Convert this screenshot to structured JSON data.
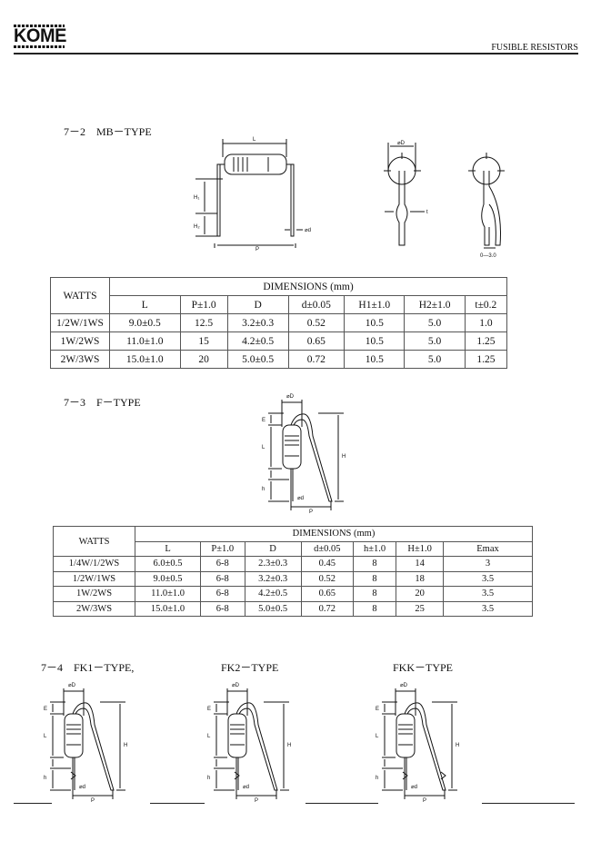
{
  "header": {
    "logo": "KOME",
    "title": "FUSIBLE RESISTORS"
  },
  "sections": {
    "mb": {
      "title": "7－2　MB－TYPE",
      "labels": {
        "L": "L",
        "H1": "H₁",
        "H2": "H₂",
        "P": "P",
        "d": "⌀d",
        "D": "⌀D",
        "t": "t",
        "gap": "0—3.0"
      }
    },
    "f": {
      "title": "7－3　F－TYPE",
      "labels": {
        "D": "⌀D",
        "E": "E",
        "L": "L",
        "h": "h",
        "H": "H",
        "d": "⌀d",
        "P": "P"
      }
    },
    "fk1": {
      "title": "7－4　FK1－TYPE,"
    },
    "fk2": {
      "title": "FK2－TYPE"
    },
    "fkk": {
      "title": "FKK－TYPE"
    }
  },
  "table_mb": {
    "watts_header": "WATTS",
    "dims_header": "DIMENSIONS (mm)",
    "columns": [
      "L",
      "P±1.0",
      "D",
      "d±0.05",
      "H1±1.0",
      "H2±1.0",
      "t±0.2"
    ],
    "rows": [
      [
        "1/2W/1WS",
        "9.0±0.5",
        "12.5",
        "3.2±0.3",
        "0.52",
        "10.5",
        "5.0",
        "1.0"
      ],
      [
        "1W/2WS",
        "11.0±1.0",
        "15",
        "4.2±0.5",
        "0.65",
        "10.5",
        "5.0",
        "1.25"
      ],
      [
        "2W/3WS",
        "15.0±1.0",
        "20",
        "5.0±0.5",
        "0.72",
        "10.5",
        "5.0",
        "1.25"
      ]
    ]
  },
  "table_f": {
    "watts_header": "WATTS",
    "dims_header": "DIMENSIONS (mm)",
    "columns": [
      "L",
      "P±1.0",
      "D",
      "d±0.05",
      "h±1.0",
      "H±1.0",
      "Emax"
    ],
    "rows": [
      [
        "1/4W/1/2WS",
        "6.0±0.5",
        "6-8",
        "2.3±0.3",
        "0.45",
        "8",
        "14",
        "3"
      ],
      [
        "1/2W/1WS",
        "9.0±0.5",
        "6-8",
        "3.2±0.3",
        "0.52",
        "8",
        "18",
        "3.5"
      ],
      [
        "1W/2WS",
        "11.0±1.0",
        "6-8",
        "4.2±0.5",
        "0.65",
        "8",
        "20",
        "3.5"
      ],
      [
        "2W/3WS",
        "15.0±1.0",
        "6-8",
        "5.0±0.5",
        "0.72",
        "8",
        "25",
        "3.5"
      ]
    ]
  }
}
